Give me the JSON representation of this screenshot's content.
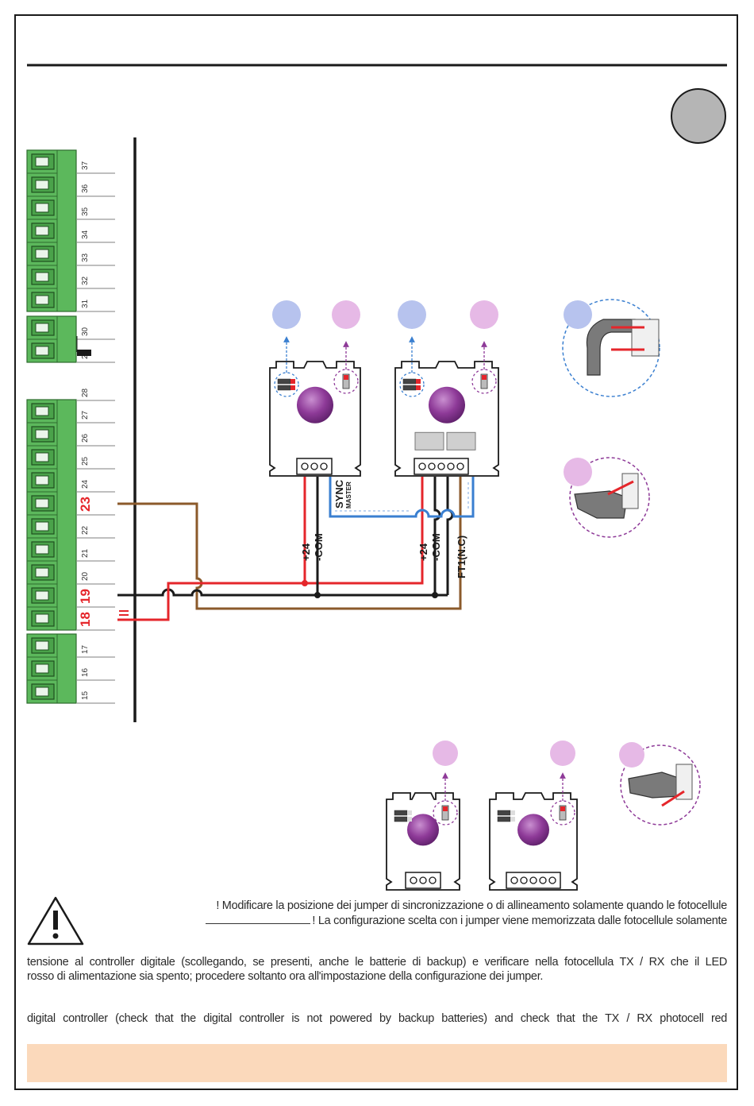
{
  "terminals": {
    "top_block": [
      "37",
      "36",
      "35",
      "34",
      "33",
      "32",
      "31"
    ],
    "mid_block": [
      "30",
      "29"
    ],
    "main_block": [
      "28",
      "27",
      "26",
      "25",
      "24",
      "23",
      "22",
      "21",
      "20",
      "19",
      "18"
    ],
    "low_block": [
      "17",
      "16",
      "15"
    ],
    "highlighted": [
      "23",
      "19",
      "18"
    ]
  },
  "wire_labels": {
    "tx_plus": "+24",
    "tx_com": "-COM",
    "sync": "SYNC",
    "master": "MASTER",
    "rx_plus": "+24",
    "rx_com": "-COM",
    "rx_ft": "FT1(N.C)"
  },
  "colors": {
    "terminal_green": "#5cb85c",
    "wire_red": "#e5262b",
    "wire_brown": "#8b5a2b",
    "wire_blue": "#3a7fd0",
    "wire_black": "#1a1a1a",
    "lens_purple": "#8e3a98",
    "badge_blue": "#b7c3ee",
    "badge_pink": "#e6b9e6",
    "warning_bar": "#fbd9bb"
  },
  "icons": [
    "warning-triangle-icon",
    "jumper-connector-icon"
  ],
  "text": {
    "warning_line1": "! Modificare la posizione dei jumper di sincronizzazione o di allineamento solamente quando le fotocellule",
    "warning_line2": "! La configurazione scelta con i jumper viene memorizzata dalle fotocellule solamente",
    "it_line1": "tensione al controller digitale (scollegando, se presenti, anche le batterie di backup) e verificare nella fotocellula TX / RX che il LED",
    "it_line2": "rosso di alimentazione sia spento; procedere soltanto ora all'impostazione della configurazione dei jumper.",
    "en_line1": "digital controller (check that the digital controller is not powered by backup batteries) and check that the TX / RX photocell red"
  }
}
